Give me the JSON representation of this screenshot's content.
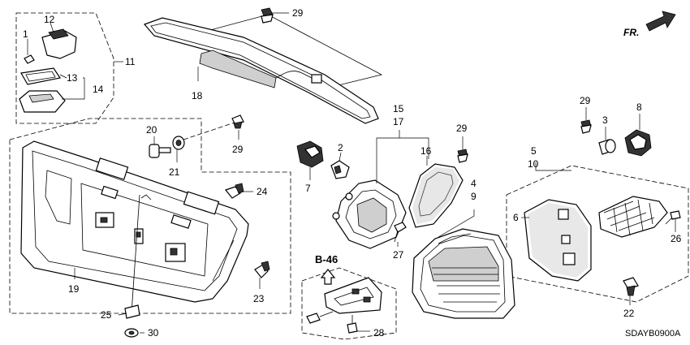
{
  "callouts": {
    "c1": "1",
    "c2": "2",
    "c3": "3",
    "c4": "4",
    "c5": "5",
    "c6": "6",
    "c7": "7",
    "c8": "8",
    "c9": "9",
    "c10": "10",
    "c11": "11",
    "c12": "12",
    "c13": "13",
    "c14": "14",
    "c15": "15",
    "c16": "16",
    "c17": "17",
    "c18": "18",
    "c19": "19",
    "c20": "20",
    "c21": "21",
    "c22": "22",
    "c23": "23",
    "c24": "24",
    "c25": "25",
    "c26": "26",
    "c27": "27",
    "c28": "28",
    "c29a": "29",
    "c29b": "29",
    "c29c": "29",
    "c29d": "29",
    "c30": "30"
  },
  "reference": "B-46",
  "direction": "FR.",
  "diagram_code": "SDAYB0900A"
}
